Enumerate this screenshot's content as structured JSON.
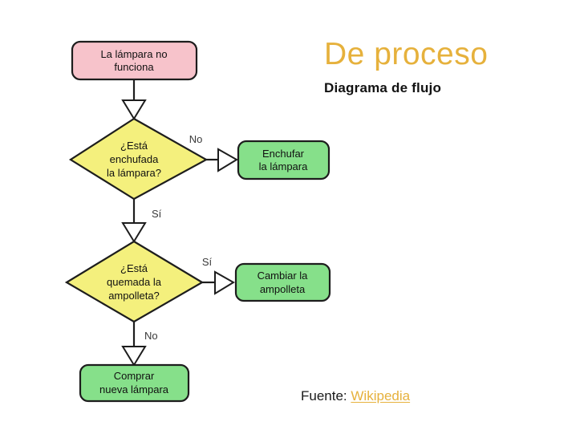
{
  "slide": {
    "title": "De proceso",
    "subtitle": "Diagrama de flujo",
    "title_color": "#e6b13c",
    "subtitle_color": "#121212",
    "background_color": "#ffffff"
  },
  "source": {
    "label": "Fuente:",
    "link_text": "Wikipedia",
    "link_color": "#e6b13c"
  },
  "flowchart": {
    "colors": {
      "start_fill": "#f7c3cb",
      "decision_fill": "#f4f07d",
      "action_fill": "#86e08a",
      "stroke": "#1d1d1d",
      "arrow_fill": "#ffffff"
    },
    "nodes": [
      {
        "id": "start",
        "type": "terminator",
        "shape": "rounded-rect",
        "fill": "#f7c3cb",
        "lines": [
          "La lámpara no",
          "funciona"
        ]
      },
      {
        "id": "decision-enchufada",
        "type": "decision",
        "shape": "diamond",
        "fill": "#f4f07d",
        "lines": [
          "¿Está",
          "enchufada",
          "la lámpara?"
        ]
      },
      {
        "id": "action-enchufar",
        "type": "process",
        "shape": "rounded-rect",
        "fill": "#86e08a",
        "lines": [
          "Enchufar",
          "la lámpara"
        ]
      },
      {
        "id": "decision-quemada",
        "type": "decision",
        "shape": "diamond",
        "fill": "#f4f07d",
        "lines": [
          "¿Está",
          "quemada la",
          "ampolleta?"
        ]
      },
      {
        "id": "action-cambiar",
        "type": "process",
        "shape": "rounded-rect",
        "fill": "#86e08a",
        "lines": [
          "Cambiar la",
          "ampolleta"
        ]
      },
      {
        "id": "action-comprar",
        "type": "process",
        "shape": "rounded-rect",
        "fill": "#86e08a",
        "lines": [
          "Comprar",
          "nueva lámpara"
        ]
      }
    ],
    "edges": [
      {
        "id": "start-to-decision1",
        "from": "start",
        "to": "decision-enchufada",
        "label": ""
      },
      {
        "id": "decision1-no",
        "from": "decision-enchufada",
        "to": "action-enchufar",
        "label": "No"
      },
      {
        "id": "decision1-si",
        "from": "decision-enchufada",
        "to": "decision-quemada",
        "label": "Sí"
      },
      {
        "id": "decision2-si",
        "from": "decision-quemada",
        "to": "action-cambiar",
        "label": "Sí"
      },
      {
        "id": "decision2-no",
        "from": "decision-quemada",
        "to": "action-comprar",
        "label": "No"
      }
    ]
  }
}
